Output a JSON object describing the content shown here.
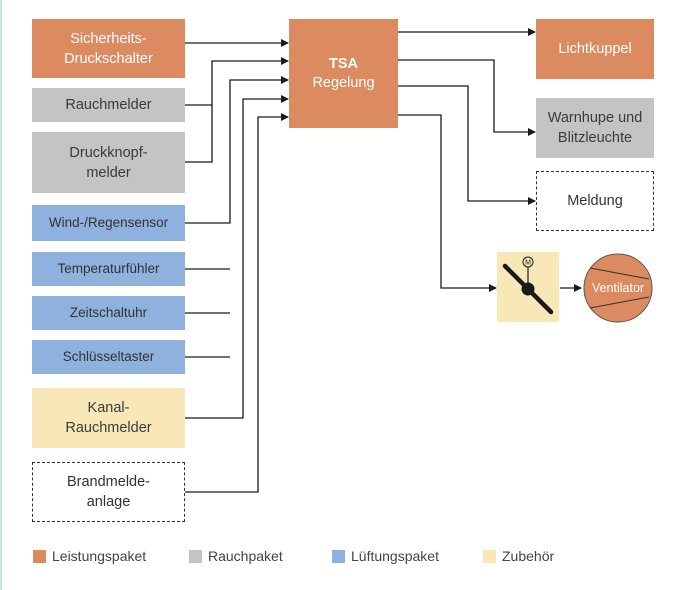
{
  "inputs": {
    "sicherheits": "Sicherheits-\nDruckschalter",
    "rauchmelder": "Rauchmelder",
    "druckknopf": "Druckknopf-\nmelder",
    "wind": "Wind-/Regensensor",
    "temperatur": "Temperaturfühler",
    "zeit": "Zeitschaltuhr",
    "schluessel": "Schlüsseltaster",
    "kanal": "Kanal-\nRauchmelder",
    "brand": "Brandmelde-\nanlage"
  },
  "controller": {
    "title": "TSA",
    "subtitle": "Regelung"
  },
  "outputs": {
    "lichtkuppel": "Lichtkuppel",
    "warnhupe": "Warnhupe und\nBlitzleuchte",
    "meldung": "Meldung",
    "ventilator": "Ventilator",
    "motor_symbol": "M"
  },
  "legend": {
    "items": [
      {
        "label": "Leistungspaket",
        "color": "#dc8a60"
      },
      {
        "label": "Rauchpaket",
        "color": "#c4c4c4"
      },
      {
        "label": "Lüftungspaket",
        "color": "#8fb1de"
      },
      {
        "label": "Zubehör",
        "color": "#f8e8b8"
      }
    ]
  },
  "colors": {
    "orange": "#dc8a60",
    "grey": "#c4c4c4",
    "blue": "#8fb1de",
    "yellow": "#f8e8b8",
    "line": "#1a1a1a"
  }
}
